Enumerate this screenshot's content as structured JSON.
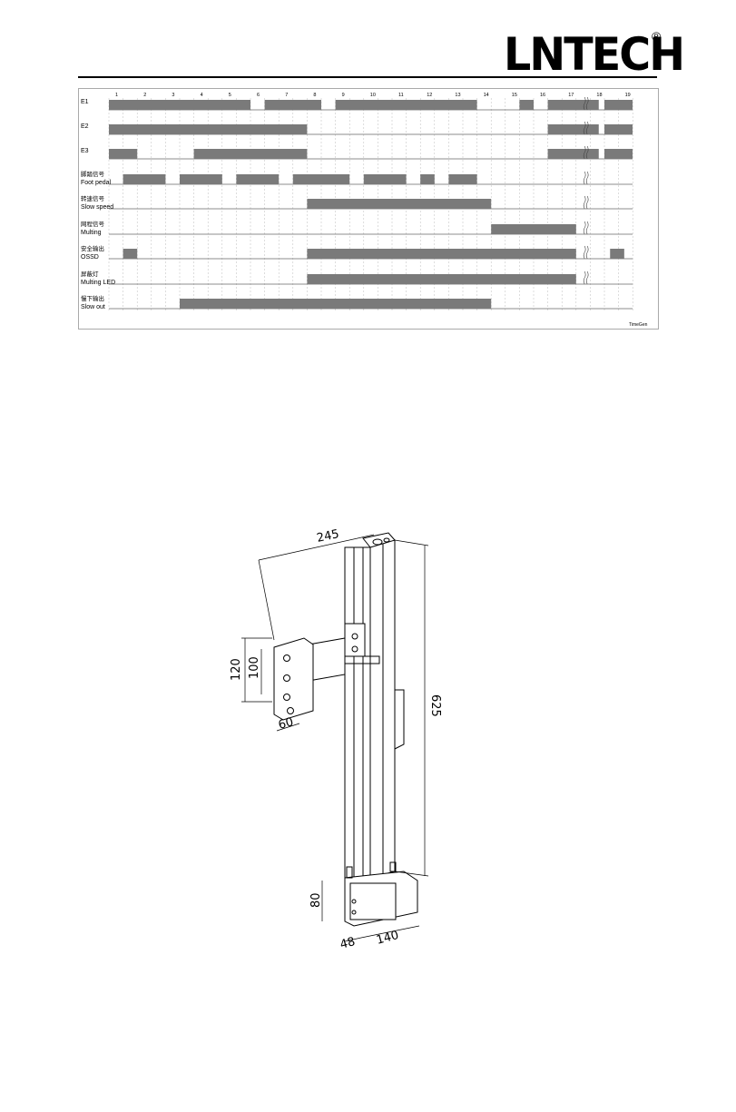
{
  "header": {
    "logo_text": "LNTECH",
    "registered_mark": "®"
  },
  "timing_diagram": {
    "columns": [
      "1",
      "2",
      "3",
      "4",
      "5",
      "6",
      "7",
      "8",
      "9",
      "10",
      "11",
      "12",
      "13",
      "14",
      "15",
      "16",
      "17",
      "18",
      "19"
    ],
    "rows": [
      {
        "label_cn": "",
        "label_en": "E1"
      },
      {
        "label_cn": "",
        "label_en": "E2"
      },
      {
        "label_cn": "",
        "label_en": "E3"
      },
      {
        "label_cn": "脚踏信号",
        "label_en": "Foot pedal"
      },
      {
        "label_cn": "转速信号",
        "label_en": "Slow speed"
      },
      {
        "label_cn": "网程信号",
        "label_en": "Multing"
      },
      {
        "label_cn": "安全输出",
        "label_en": "OSSD"
      },
      {
        "label_cn": "屏蔽灯",
        "label_en": "Multing LED"
      },
      {
        "label_cn": "慢下输出",
        "label_en": "Slow out"
      }
    ],
    "footer": "TimeGen",
    "pulse_color": "#7a7a7a"
  },
  "dimension_drawing": {
    "dimensions": [
      "245",
      "625",
      "120",
      "100",
      "60",
      "80",
      "48",
      "140"
    ]
  }
}
